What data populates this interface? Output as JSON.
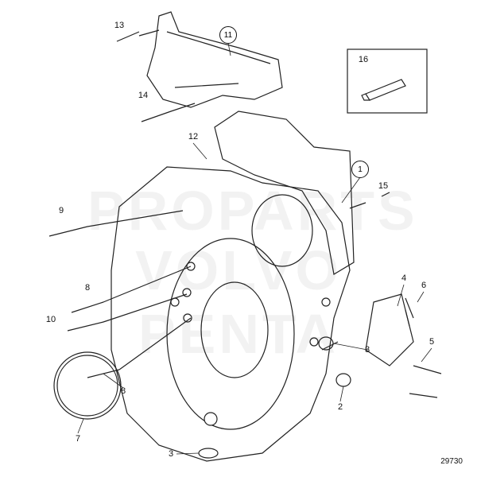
{
  "diagram": {
    "reference_number": "29730",
    "watermark": [
      "PROPARTS",
      "VOLVO PENTA"
    ],
    "callouts": [
      {
        "id": "c13",
        "label": "13",
        "circled": false
      },
      {
        "id": "c11",
        "label": "11",
        "circled": true
      },
      {
        "id": "c16",
        "label": "16",
        "circled": false
      },
      {
        "id": "c14",
        "label": "14",
        "circled": false
      },
      {
        "id": "c12",
        "label": "12",
        "circled": false
      },
      {
        "id": "c1",
        "label": "1",
        "circled": true
      },
      {
        "id": "c15",
        "label": "15",
        "circled": false
      },
      {
        "id": "c9",
        "label": "9",
        "circled": false
      },
      {
        "id": "c8a",
        "label": "8",
        "circled": false
      },
      {
        "id": "c4",
        "label": "4",
        "circled": false
      },
      {
        "id": "c6",
        "label": "6",
        "circled": false
      },
      {
        "id": "c10",
        "label": "10",
        "circled": false
      },
      {
        "id": "c3a",
        "label": "3",
        "circled": false
      },
      {
        "id": "c5",
        "label": "5",
        "circled": false
      },
      {
        "id": "c8b",
        "label": "8",
        "circled": false
      },
      {
        "id": "c2",
        "label": "2",
        "circled": false
      },
      {
        "id": "c7",
        "label": "7",
        "circled": false
      },
      {
        "id": "c3b",
        "label": "3",
        "circled": false
      }
    ]
  }
}
